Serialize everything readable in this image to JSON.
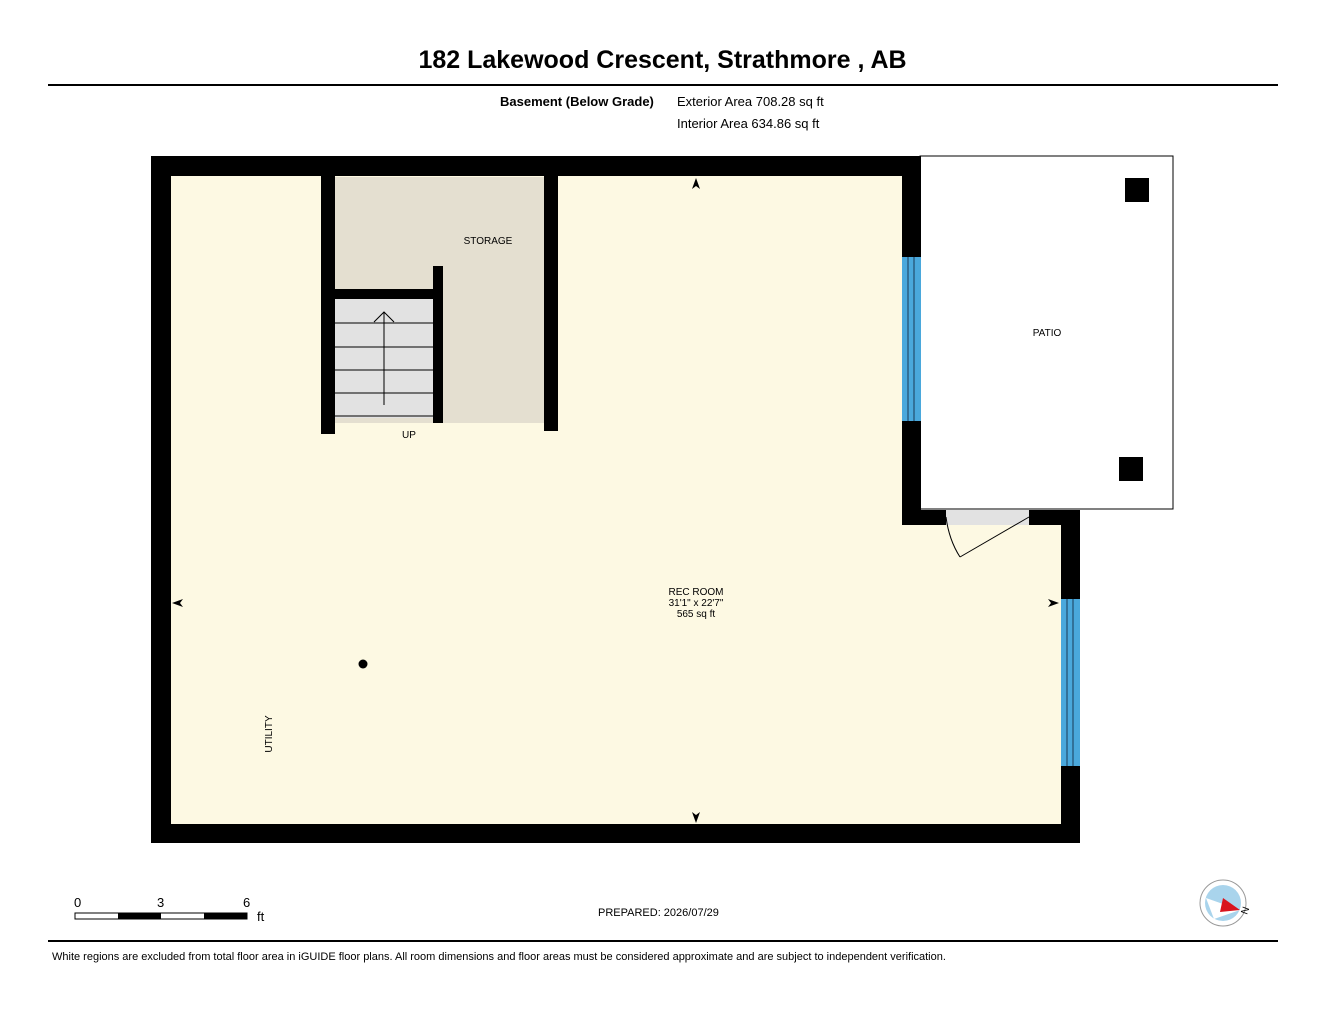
{
  "header": {
    "title": "182 Lakewood Crescent, Strathmore , AB",
    "floor_label": "Basement (Below Grade)",
    "exterior_area": "Exterior Area 708.28 sq ft",
    "interior_area": "Interior Area 634.86 sq ft"
  },
  "rooms": {
    "storage": "STORAGE",
    "patio": "PATIO",
    "stairs": "UP",
    "rec_room_name": "REC ROOM",
    "rec_room_dims": "31'1\" x 22'7\"",
    "rec_room_area": "565 sq ft",
    "utility": "UTILITY"
  },
  "scale": {
    "ticks": [
      "0",
      "3",
      "6"
    ],
    "unit": "ft"
  },
  "compass": {
    "label": "N"
  },
  "footer": {
    "prepared": "PREPARED: 2026/07/29",
    "disclaimer": "White regions are excluded from total floor area in iGUIDE floor plans. All room dimensions and floor areas must be considered approximate and are subject to independent verification."
  },
  "colors": {
    "floor_fill": "#fdf9e3",
    "storage_fill": "#e4dfd0",
    "stairs_fill": "#e2e2e2",
    "window_blue": "#4aa8dc",
    "wall": "#000000",
    "compass_red": "#d9141e",
    "compass_blue": "#a9d4ec"
  }
}
